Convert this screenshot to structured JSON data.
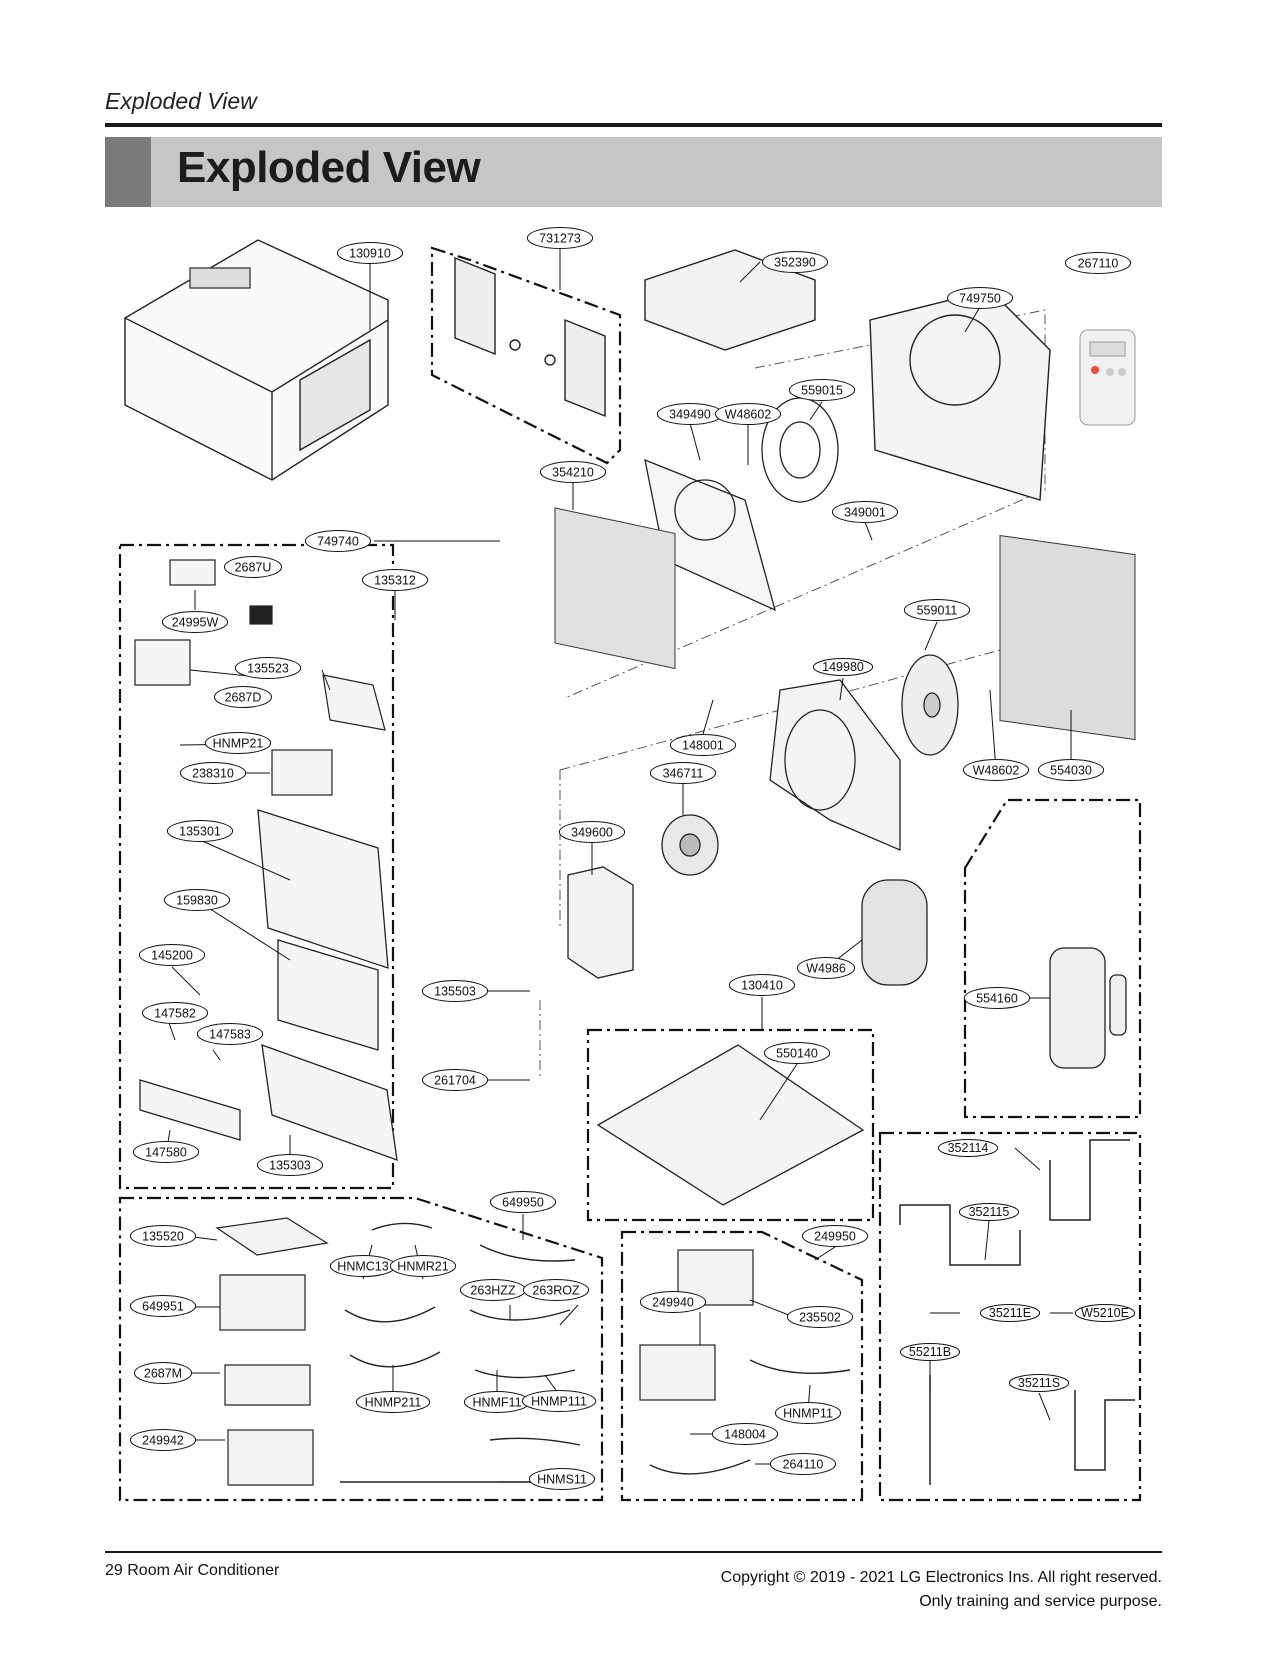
{
  "header": {
    "section_title": "Exploded View",
    "banner_title": "Exploded View"
  },
  "diagram": {
    "part_labels": [
      "130910",
      "731273",
      "352390",
      "267110",
      "749750",
      "559015",
      "349490",
      "W48602",
      "354210",
      "349001",
      "749740",
      "2687U",
      "135312",
      "24995W",
      "135523",
      "2687D",
      "HNMP21",
      "238310",
      "135301",
      "159830",
      "145200",
      "147582",
      "147583",
      "147580",
      "135303",
      "559011",
      "149980",
      "148001",
      "W48602",
      "554030",
      "346711",
      "349600",
      "W4986",
      "130410",
      "135503",
      "261704",
      "550140",
      "554160",
      "352114",
      "352115",
      "35211E",
      "W5210E",
      "55211B",
      "35211S",
      "649950",
      "135520",
      "HNMC13",
      "HNMR21",
      "263HZZ",
      "263ROZ",
      "649951",
      "2687M",
      "HNMP211",
      "HNMF11",
      "HNMP111",
      "249942",
      "HNMS11",
      "249950",
      "249940",
      "235502",
      "HNMP11",
      "148004",
      "264110"
    ]
  },
  "footer": {
    "page_label": "29 Room Air Conditioner",
    "copyright": "Copyright © 2019 - 2021 LG Electronics Ins. All right reserved.",
    "notice": "Only training and service purpose."
  }
}
